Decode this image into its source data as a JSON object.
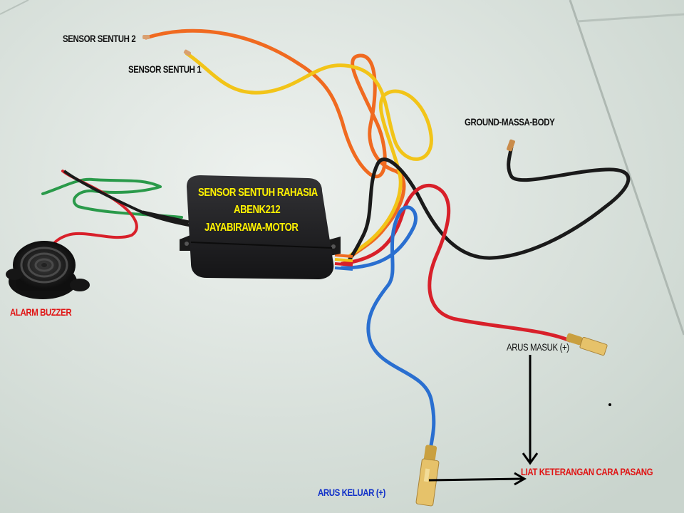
{
  "labels": {
    "sensor_2": "SENSOR SENTUH 2",
    "sensor_1": "SENSOR SENTUH 1",
    "ground": "GROUND-MASSA-BODY",
    "alarm": "ALARM BUZZER",
    "arus_masuk": "ARUS MASUK (+)",
    "arus_keluar": "ARUS KELUAR (+)",
    "liat": "LIAT KETERANGAN CARA PASANG"
  },
  "module_text": {
    "title": "SENSOR SENTUH RAHASIA",
    "brand": "ABENK212",
    "shop": "JAYABIRAWA-MOTOR"
  },
  "colors": {
    "table": "#d9e2dc",
    "module": "#1e1e20",
    "wire_red": "#d8202a",
    "wire_orange": "#f06a20",
    "wire_yellow": "#f2c418",
    "wire_blue": "#2a6fd0",
    "wire_black": "#1a1a1a",
    "wire_green": "#2a9a4a",
    "label_yellow": "#fff200",
    "label_red": "#e01515",
    "label_blue": "#1030c8"
  }
}
